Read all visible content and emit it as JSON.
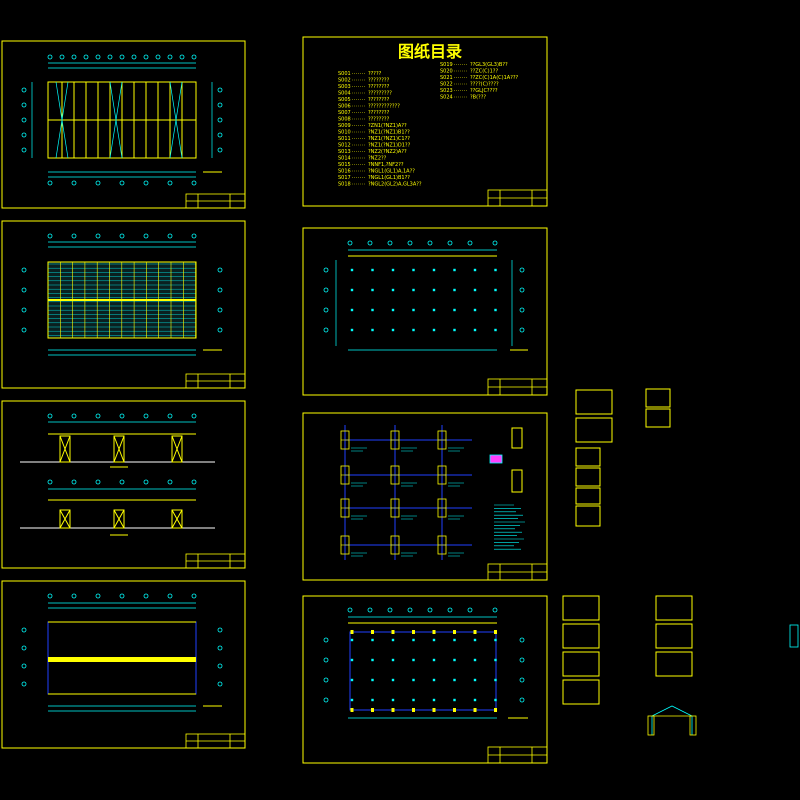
{
  "index_sheet": {
    "title": "图纸目录",
    "left_entries": [
      {
        "code": "S001",
        "name": "?????"
      },
      {
        "code": "S002",
        "name": "????????"
      },
      {
        "code": "S003",
        "name": "????????"
      },
      {
        "code": "S004",
        "name": "?????????"
      },
      {
        "code": "S005",
        "name": "????????"
      },
      {
        "code": "S006",
        "name": "????????????"
      },
      {
        "code": "S007",
        "name": "????????"
      },
      {
        "code": "S008",
        "name": "????????"
      },
      {
        "code": "S009",
        "name": "?ZN1(?NZ1)A??"
      },
      {
        "code": "S010",
        "name": "?NZ1(?NZ1)B1??"
      },
      {
        "code": "S011",
        "name": "?NZ1(?NZ1)C1??"
      },
      {
        "code": "S012",
        "name": "?NZ1(?NZ1)D1??"
      },
      {
        "code": "S013",
        "name": "?NZ2(?NZ2)A??"
      },
      {
        "code": "S014",
        "name": "?NZ2??"
      },
      {
        "code": "S015",
        "name": "?NNF1,?NF2??"
      },
      {
        "code": "S016",
        "name": "?NGL1(GL1)A,1A??"
      },
      {
        "code": "S017",
        "name": "?NGL1(GL1)B1??"
      },
      {
        "code": "S018",
        "name": "?NGL2(GL2)A,GL3A??"
      }
    ],
    "right_entries": [
      {
        "code": "S019",
        "name": "??GL3(GL3)B??"
      },
      {
        "code": "S020",
        "name": "??ZC(C)1??"
      },
      {
        "code": "S021",
        "name": "??ZC(C)1A(C)1A???"
      },
      {
        "code": "S022",
        "name": "????(C)????"
      },
      {
        "code": "S023",
        "name": "??GLJC????"
      },
      {
        "code": "S024",
        "name": "?B(???"
      }
    ]
  },
  "colors": {
    "background": "#000000",
    "frame": "#ffff00",
    "dimension": "#00ffff",
    "column": "#ffff00",
    "beam": "#2040ff",
    "pink": "#ff40ff"
  },
  "icons": [
    "axis-bubble",
    "column-section",
    "title-block"
  ]
}
